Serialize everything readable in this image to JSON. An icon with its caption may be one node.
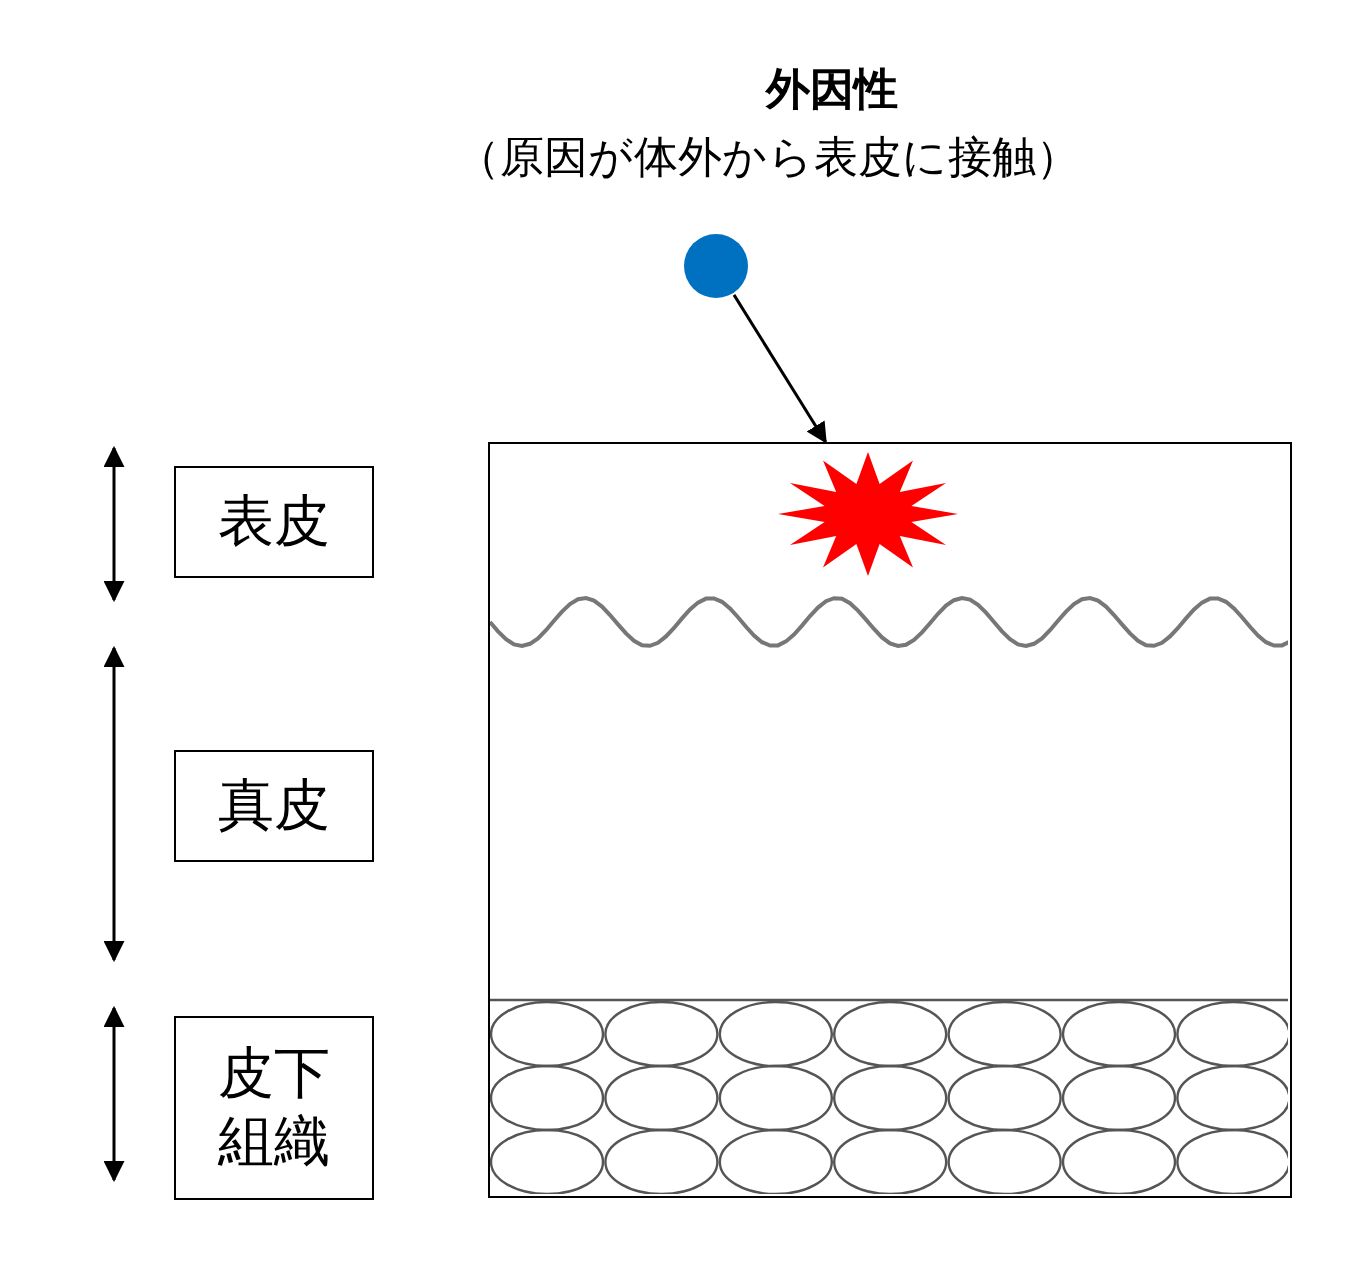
{
  "diagram": {
    "nodes": [
      {
        "text": [],
        "shape": "circle",
        "beside": [
          "外因性",
          "（原因が体外から表皮に接触）"
        ]
      },
      {
        "text": [],
        "shape": "box"
      },
      {
        "text": [],
        "shape": "star",
        "in": 1
      },
      {
        "text": [
          "表皮"
        ]
      },
      {
        "text": [
          "真皮"
        ]
      },
      {
        "text": [
          "皮下組織"
        ]
      }
    ],
    "edges": [
      {
        "from": 0,
        "to": 1,
        "arrow": "to"
      }
    ]
  }
}
